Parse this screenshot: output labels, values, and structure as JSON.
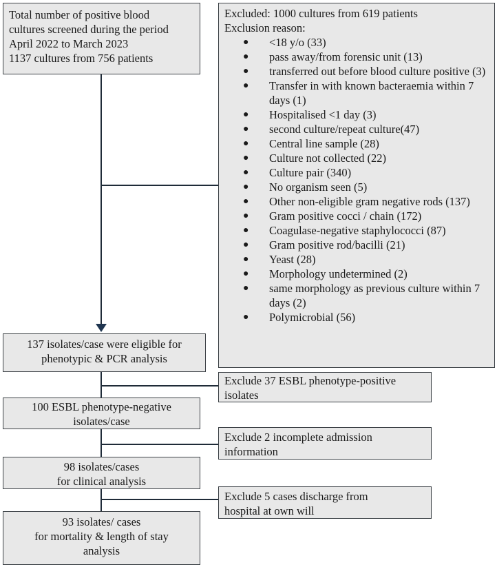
{
  "screened_box": {
    "lines": [
      "Total number of positive blood",
      "cultures screened during the period",
      "April 2022 to March 2023",
      "1137  cultures from  756 patients"
    ]
  },
  "excluded_box": {
    "title": "Excluded: 1000 cultures from 619 patients",
    "subtitle": "Exclusion reason:",
    "bullet_symbol": "●",
    "reasons": [
      "<18 y/o (33)",
      "pass away/from forensic unit (13)",
      "transferred out before blood culture positive (3)",
      "Transfer in with known bacteraemia within 7 days (1)",
      "Hospitalised <1 day (3)",
      "second culture/repeat culture(47)",
      "Central line sample (28)",
      "Culture not collected (22)",
      "Culture pair (340)",
      "No organism seen (5)",
      "Other non-eligible gram negative rods (137)",
      "Gram positive cocci / chain (172)",
      "Coagulase-negative staphylococci (87)",
      "Gram positive rod/bacilli (21)",
      "Yeast (28)",
      "Morphology undetermined (2)",
      "same morphology as previous culture within 7 days (2)",
      "Polymicrobial (56)"
    ]
  },
  "eligible_box": {
    "lines": [
      "137 isolates/case were eligible for",
      "phenotypic & PCR analysis"
    ]
  },
  "exclude_esbl": {
    "lines": [
      "Exclude 37 ESBL phenotype-positive",
      "isolates"
    ]
  },
  "esbl_negative_box": {
    "lines": [
      "100 ESBL phenotype-negative",
      "isolates/case"
    ]
  },
  "exclude_incomplete": {
    "lines": [
      "Exclude 2 incomplete admission",
      "information"
    ]
  },
  "clinical_box": {
    "lines": [
      "98 isolates/cases",
      "for clinical analysis"
    ]
  },
  "exclude_discharge": {
    "lines": [
      "Exclude 5 cases discharge from",
      "hospital at own will"
    ]
  },
  "mortality_box": {
    "lines": [
      "93 isolates/ cases",
      "for  mortality & length of stay",
      "analysis"
    ]
  },
  "colors": {
    "box_fill": "#e8e8e8",
    "box_border": "#3a3f44",
    "connector": "#1f2b38",
    "arrow": "#1f3550"
  }
}
